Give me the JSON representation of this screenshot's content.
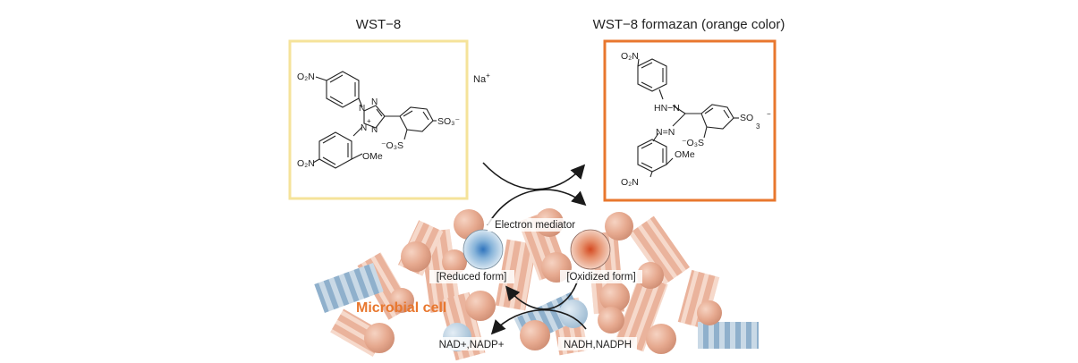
{
  "left_title": "WST−8",
  "right_title": "WST−8 formazan (orange color)",
  "counter_ion": "Na",
  "counter_ion_charge": "+",
  "colors": {
    "wst8_box": "#f5e39a",
    "formazan_box": "#e8772e",
    "cell_fill": "#e9b39b",
    "cell_stripe": "#f3d3c3",
    "blue_cell": "#a9c3d8",
    "reduced_center": "#3a7fc3",
    "oxidized_center": "#d9552a",
    "accent_text": "#e8772e"
  },
  "wst8_labels": {
    "no2_top": "O₂N",
    "no2_bottom": "O₂N",
    "n1": "N",
    "n2": "N",
    "n3": "N",
    "n4": "N",
    "n_plus": "+",
    "so3_right": "SO₃⁻",
    "so3_left": "⁻O₃S",
    "ome": "OMe"
  },
  "formazan_labels": {
    "no2_top": "O₂N",
    "no2_bottom": "O₂N",
    "hn_n": "HN−N",
    "n_n": "N=N",
    "so3_right": "SO",
    "so3_right_sub": "3",
    "so3_right_charge": "−",
    "so3_left": "⁻O₃S",
    "ome": "OMe"
  },
  "mediator_label": "Electron mediator",
  "reduced_label": "[Reduced form]",
  "oxidized_label": "[Oxidized form]",
  "microbial_label": "Microbial cell",
  "nad_label": "NAD+,NADP+",
  "nadh_label": "NADH,NADPH"
}
